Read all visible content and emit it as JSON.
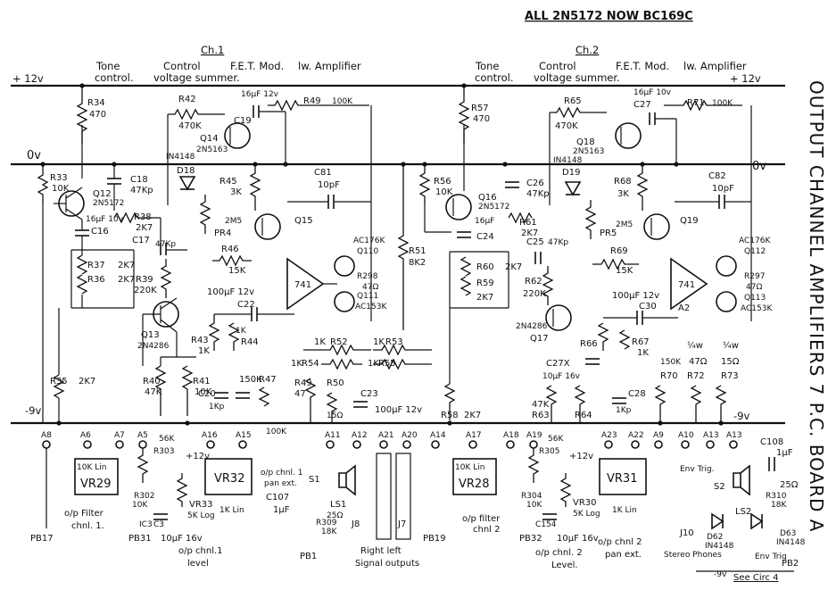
{
  "sheet_note": "ALL 2N5172 NOW BC169C",
  "side_title": "OUTPUT CHANNEL AMPLIFIERS 7 P.C. BOARD A",
  "channels": {
    "ch1": "Ch.1",
    "ch2": "Ch.2"
  },
  "section_headers": {
    "ch1": {
      "tone": "Tone",
      "tone2": "control.",
      "summer": "Control",
      "summer2": "voltage summer.",
      "fet": "F.E.T. Mod.",
      "amp": "lw. Amplifier"
    },
    "ch2": {
      "tone": "Tone",
      "tone2": "control.",
      "summer": "Control",
      "summer2": "voltage summer.",
      "fet": "F.E.T. Mod.",
      "amp": "lw. Amplifier"
    }
  },
  "rails": {
    "plus12_left": "+ 12v",
    "plus12_right": "+ 12v",
    "zero_left": "0v",
    "zero_right": "0v",
    "minus9_left": "-9v",
    "minus9_right": "-9v",
    "minus9_bottom": "-9v"
  },
  "labels_ch1": {
    "r34": "R34",
    "r34v": "470",
    "r33": "R33",
    "r33v": "10K",
    "q12": "Q12",
    "q12t": "2N5172",
    "c18": "C18",
    "c18v": "47Kp",
    "r42": "R42",
    "r42v": "470K",
    "c19": "C19",
    "c19v": "16µF 12v",
    "q14": "Q14",
    "q14t": "2N5163",
    "d18": "D18",
    "d18t": "IN4148",
    "r45": "R45",
    "r45v": "3K",
    "r49": "R49",
    "r49v": "100K",
    "c81": "C81",
    "c81v": "10pF",
    "q15": "Q15",
    "c16": "C16",
    "c16v": "16µF 10v",
    "r38": "R38",
    "r38v": "2K7",
    "c17": "C17",
    "c17v": "47Kp",
    "pr4": "PR4",
    "pr4v": "2M5",
    "r46": "R46",
    "r46v": "15K",
    "r37": "R37",
    "r37v": "2K7",
    "r36": "R36",
    "r36v": "2K7",
    "r39": "R39",
    "r39v": "220K",
    "q110": "Q110",
    "q110t": "AC176K",
    "r298": "R298",
    "r298v": "47Ω",
    "op741": "741",
    "q111": "Q111",
    "q111t": "AC153K",
    "r51": "R51",
    "r51v": "8K2",
    "c22": "C22",
    "c22v": "100µF 12v",
    "q13": "Q13",
    "q13t": "2N4286",
    "r43": "R43",
    "r43v": "1K",
    "r44": "R44",
    "r44v": "1K",
    "r52": "R52",
    "r52v": "1K",
    "r53": "R53",
    "r53v": "1K",
    "r54": "R54",
    "r54v": "1K",
    "r55": "R55",
    "r55v": "1K",
    "r35": "R35",
    "r35v": "2K7",
    "r40": "R40",
    "r40v": "47K",
    "r41": "R41",
    "r41v": "10K",
    "c20": "C20",
    "c20v": "1Kp",
    "r47": "R47",
    "r47v": "150K",
    "c21v": "100K",
    "r49b": "R49",
    "r49bv": "47",
    "r50": "R50",
    "r50v": "15Ω",
    "c23": "C23",
    "c23v": "100µF 12v"
  },
  "labels_ch2": {
    "r57": "R57",
    "r57v": "470",
    "r56": "R56",
    "r56v": "10K",
    "q16": "Q16",
    "q16t": "2N5172",
    "c26": "C26",
    "c26v": "47Kp",
    "r65": "R65",
    "r65v": "470K",
    "c27": "C27",
    "c27v": "16µF 10v",
    "q18": "Q18",
    "q18t": "2N5163",
    "d19": "D19",
    "d19t": "IN4148",
    "r68": "R68",
    "r68v": "3K",
    "r71": "R71",
    "r71v": "100K",
    "c82": "C82",
    "c82v": "10pF",
    "q19": "Q19",
    "c24": "C24",
    "c24v": "16µF",
    "r61": "R61",
    "r61v": "2K7",
    "c25": "C25",
    "c25v": "47Kp",
    "pr5": "PR5",
    "pr5v": "2M5",
    "r69": "R69",
    "r69v": "15K",
    "r60": "R60",
    "r60v": "2K7",
    "r59": "R59",
    "r59v": "2K7",
    "r62": "R62",
    "r62v": "220K",
    "q112": "Q112",
    "q112t": "AC176K",
    "r297": "R297",
    "r297v": "47Ω",
    "a2": "A2",
    "q113": "Q113",
    "q113t": "AC153K",
    "c30": "C30",
    "c30v": "100µF 12v",
    "q17": "Q17",
    "q17t": "2N4286",
    "r66": "R66",
    "r67": "R67",
    "r67v": "1K",
    "c27x": "C27X",
    "c27xv": "10µF 16v",
    "r58": "R58",
    "r58v": "2K7",
    "r63": "R63",
    "r63v": "47K",
    "r64": "R64",
    "c28": "C28",
    "c28v": "1Kp",
    "r70": "R70",
    "r70v": "150K",
    "r72": "R72",
    "r72v": "47Ω",
    "r72w": "¼w",
    "r73": "R73",
    "r73v": "15Ω",
    "r73w": "¼w"
  },
  "bottom": {
    "pins": [
      "A8",
      "A6",
      "A7",
      "A5",
      "A16",
      "A15",
      "A11",
      "A12",
      "A21",
      "A20",
      "A14",
      "A17",
      "A18",
      "A19",
      "A23",
      "A22",
      "A9",
      "A10",
      "A13",
      "A13"
    ],
    "vr29": "VR29",
    "vr29v": "10K Lin",
    "vr32": "VR32",
    "vr32v": "1K Lin",
    "vr33": "VR33",
    "vr33v": "5K Log",
    "vr28": "VR28",
    "vr28v": "10K Lin",
    "vr31": "VR31",
    "vr31v": "1K Lin",
    "vr30": "VR30",
    "vr30v": "5K Log",
    "r303": "R303",
    "r303v": "56K",
    "r305": "R305",
    "r305v": "56K",
    "r302": "R302",
    "r302v": "10K",
    "r304": "R304",
    "r304v": "10K",
    "c3": "C3",
    "c3v": "10µF 16v",
    "c154": "C154",
    "c154v": "10µF 16v",
    "ic3": "IC3",
    "plus12a": "+12v",
    "plus12b": "+12v",
    "s1": "S1",
    "ls1": "LS1",
    "ls1v": "25Ω",
    "s2": "S2",
    "ls2": "LS2",
    "ls2v": "25Ω",
    "j7": "J7",
    "j8": "J8",
    "j10": "J10",
    "c107": "C107",
    "c107v": "1µF",
    "c108": "C108",
    "c108v": "1µF",
    "r309": "R309",
    "r309v": "18K",
    "r310": "R310",
    "r310v": "18K",
    "pb17": "PB17",
    "pb31": "PB31",
    "pb1": "PB1",
    "pb19": "PB19",
    "pb32": "PB32",
    "pb2": "PB2",
    "op_filter1": "o/p Filter",
    "op_filter1b": "chnl. 1.",
    "op_filter2": "o/p filter",
    "op_filter2b": "chnl 2",
    "op_level1": "o/p chnl.1",
    "op_level1b": "level",
    "op_level2": "o/p chnl. 2",
    "op_level2b": "Level.",
    "op_pan1": "o/p chnl. 1",
    "op_pan1b": "pan ext.",
    "op_pan2": "o/p chnl 2",
    "op_pan2b": "pan ext.",
    "signal_outputs": "Signal outputs",
    "right_left": "Right  left",
    "stereo_phones": "Stereo Phones",
    "env_trig": "Env Trig.",
    "d62": "D62",
    "d62t": "IN4148",
    "d63": "D63",
    "d63t": "IN4148",
    "env_trig2": "Env Trig",
    "see_circ": "See Circ 4",
    "minus9": "-9v"
  },
  "colors": {
    "ink": "#111111",
    "paper": "#ffffff"
  }
}
